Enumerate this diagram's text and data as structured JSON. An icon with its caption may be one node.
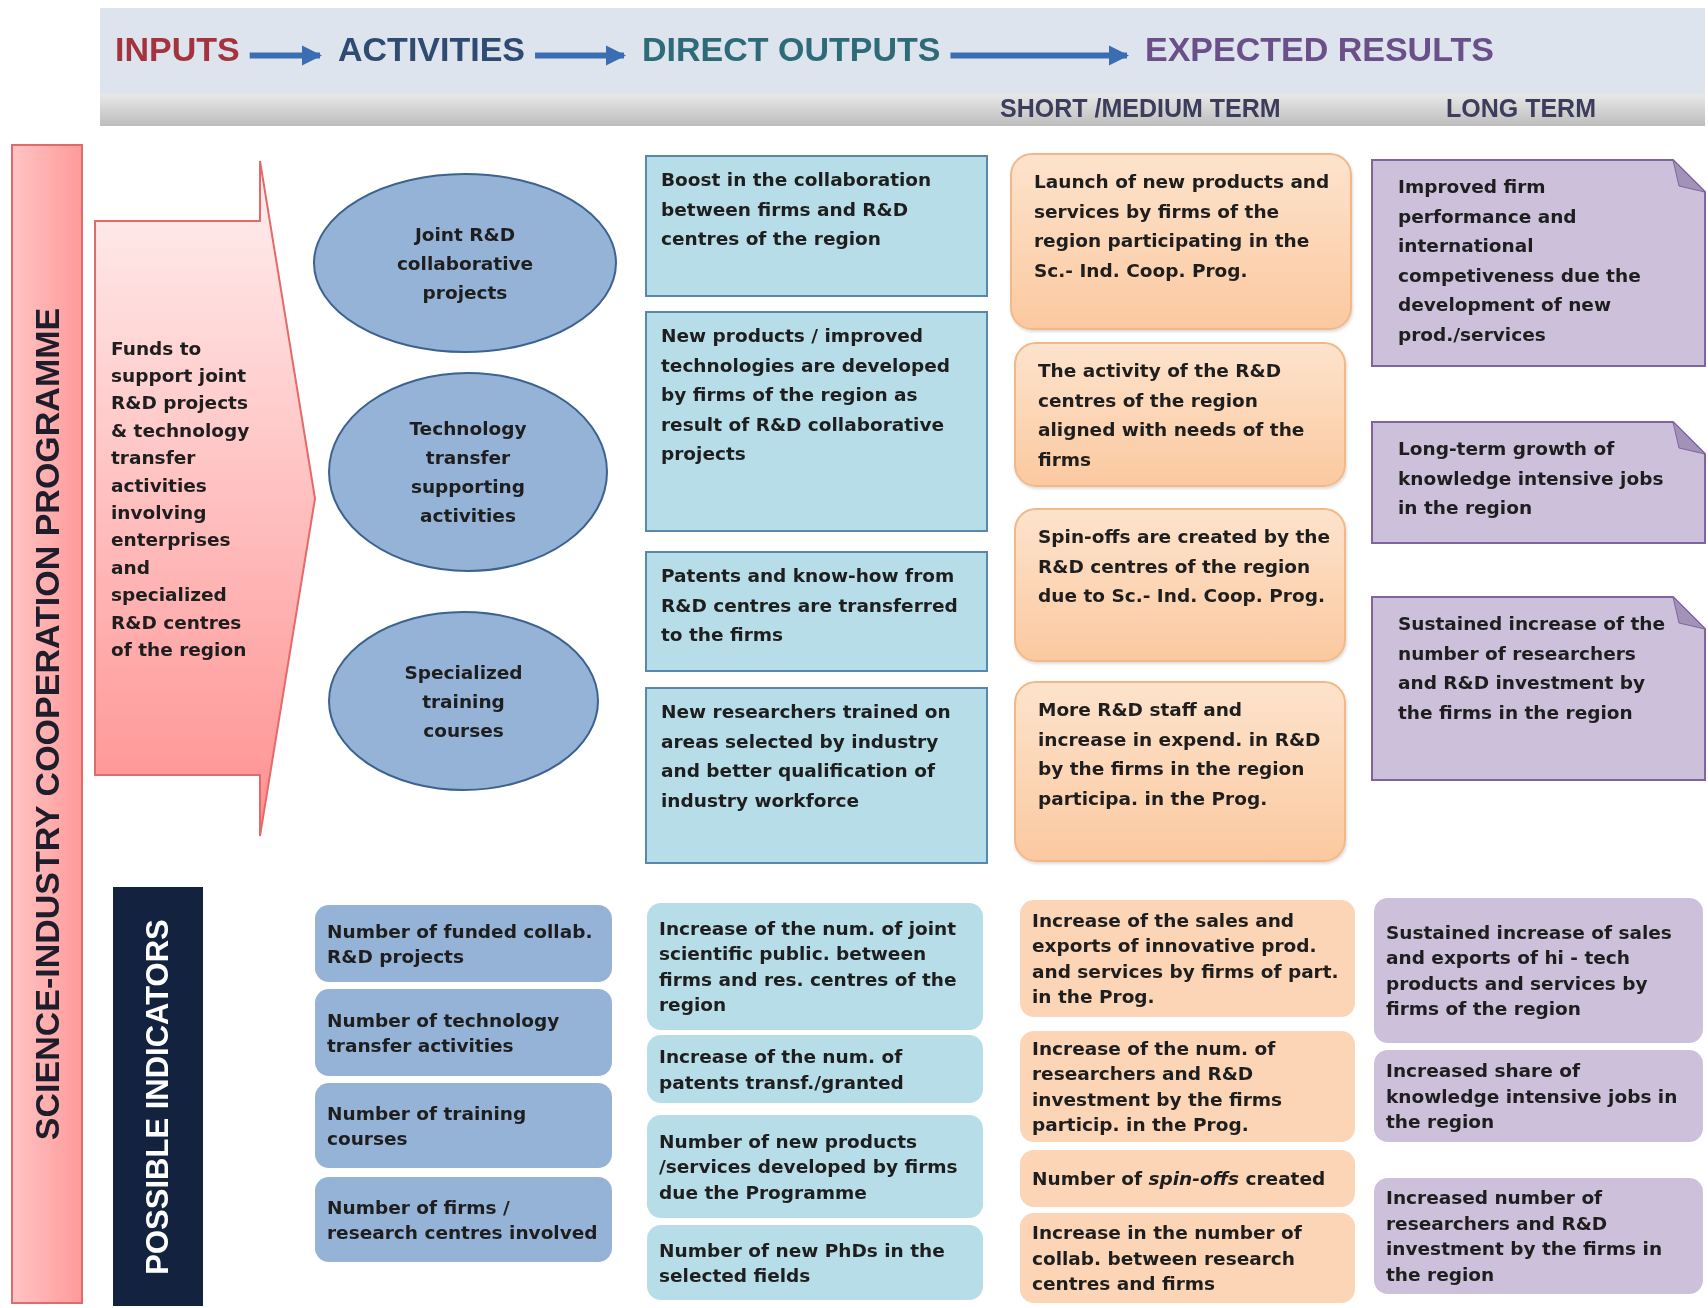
{
  "diagram": {
    "nodes": [
      {
        "text": [
          "INPUTS"
        ]
      },
      {
        "text": [
          "ACTIVITIES"
        ]
      },
      {
        "text": [
          "DIRECT OUTPUTS"
        ]
      },
      {
        "text": [
          "EXPECTED RESULTS"
        ]
      },
      {
        "text": [
          "SCIENCE-INDUSTRY COOPERATION PROGRAMME"
        ]
      },
      {
        "text": [
          "Funds to support joint R&D projects & technology transfer activities involving enterprises and specialized R&D centres of the region"
        ]
      },
      {
        "text": [
          "Joint R&D collaborative projects"
        ]
      },
      {
        "text": [
          "Technology transfer supporting activities"
        ]
      },
      {
        "text": [
          "Specialized training courses"
        ]
      },
      {
        "text": [
          "Boost in the collaboration between firms and R&D centres of the region"
        ]
      },
      {
        "text": [
          "New products / improved technologies are developed by firms of the region as result of R&D collaborative projects"
        ]
      },
      {
        "text": [
          "Patents and know-how from R&D centres are transferred to the firms"
        ]
      },
      {
        "text": [
          "New researchers trained on areas selected by industry and better qualification of industry workforce"
        ]
      },
      {
        "text": [
          "Launch of new products and services by firms of the region participating in the Sc.- Ind. Coop. Prog."
        ]
      },
      {
        "text": [
          "The activity of the R&D centres of the region aligned with needs of the firms"
        ]
      },
      {
        "text": [
          "Spin-offs are created by the R&D centres of the region due to Sc.- Ind. Coop. Prog."
        ]
      },
      {
        "text": [
          "More R&D staff and increase in expend. in R&D by the firms in the region participa. in the Prog."
        ]
      },
      {
        "text": [
          "Improved firm performance and international competiveness due the development of new prod./services"
        ]
      },
      {
        "text": [
          "Long-term growth of knowledge intensive jobs in the region"
        ]
      },
      {
        "text": [
          "Sustained increase of the number of researchers and R&D investment by the firms in the region"
        ]
      },
      {
        "text": [
          "POSSIBLE INDICATORS"
        ]
      },
      {
        "text": [
          "Number of funded collab. R&D projects"
        ]
      },
      {
        "text": [
          "Number of technology transfer activities"
        ]
      },
      {
        "text": [
          "Number of training courses"
        ]
      },
      {
        "text": [
          "Number of firms / research centres involved"
        ]
      },
      {
        "text": [
          "Increase of the num. of joint scientific public. between firms and res. centres of the region"
        ]
      },
      {
        "text": [
          "Increase of the num. of patents transf./granted"
        ]
      },
      {
        "text": [
          "Number of new products /services developed by firms due the Programme"
        ]
      },
      {
        "text": [
          "Number of new PhDs in the selected fields"
        ]
      },
      {
        "text": [
          "Increase of the sales and exports of innovative prod. and services by firms of part. in the Prog."
        ]
      },
      {
        "text": [
          "Increase of the num. of researchers and R&D investment by the firms particip. in the Prog."
        ]
      },
      {
        "text": [
          "Number of *spin-offs* created"
        ]
      },
      {
        "text": [
          "Increase in the number of collab. between research centres and firms"
        ]
      },
      {
        "text": [
          "Sustained increase of sales and exports of hi - tech products and services by firms of the region"
        ]
      },
      {
        "text": [
          "Increased share of knowledge intensive jobs in the region"
        ]
      },
      {
        "text": [
          "Increased number of researchers and R&D investment by the firms in the region"
        ]
      }
    ],
    "edges": [
      {
        "from": 0,
        "to": 1,
        "arrow": "to"
      },
      {
        "from": 1,
        "to": 2,
        "arrow": "to"
      },
      {
        "from": 2,
        "to": 3,
        "arrow": "to"
      }
    ],
    "labels": [
      "SHORT /MEDIUM TERM",
      "LONG TERM"
    ]
  }
}
